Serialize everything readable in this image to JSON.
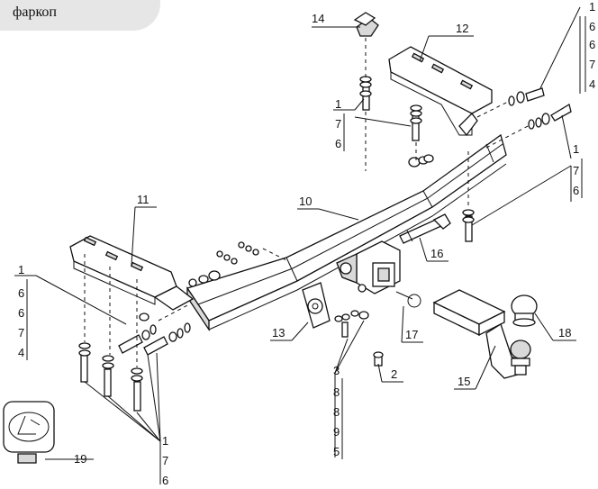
{
  "header": {
    "title": "фаркоп"
  },
  "callouts": {
    "c1": "1",
    "c2": "2",
    "c5": "5",
    "c10": "10",
    "c11": "11",
    "c12": "12",
    "c13": "13",
    "c14": "14",
    "c15": "15",
    "c16": "16",
    "c17": "17",
    "c18": "18",
    "c19": "19",
    "left_stack": [
      "1",
      "6",
      "6",
      "7",
      "4"
    ],
    "right_top_stack": [
      "1",
      "6",
      "6",
      "7",
      "4"
    ],
    "center_stack": [
      "1",
      "7",
      "6"
    ],
    "right_mid_stack": [
      "1",
      "7",
      "6"
    ],
    "bottom_left_stack": [
      "1",
      "7",
      "6"
    ],
    "center_bottom_stack": [
      "3",
      "8",
      "8",
      "9",
      "5"
    ]
  }
}
